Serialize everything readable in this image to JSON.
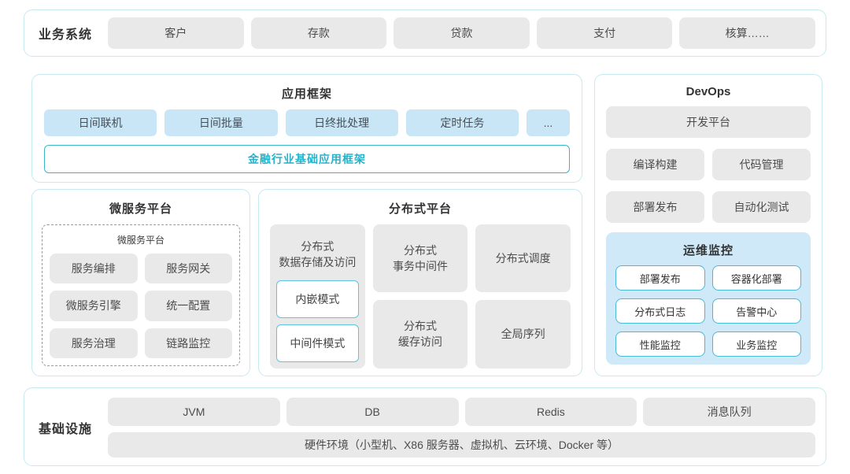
{
  "business_systems": {
    "label": "业务系统",
    "items": [
      "客户",
      "存款",
      "贷款",
      "支付",
      "核算……"
    ]
  },
  "app_framework": {
    "title": "应用框架",
    "buttons": [
      "日间联机",
      "日间批量",
      "日终批处理",
      "定时任务",
      "..."
    ],
    "base_framework": "金融行业基础应用框架"
  },
  "microservice_platform": {
    "title": "微服务平台",
    "inner_title": "微服务平台",
    "items": [
      "服务编排",
      "服务网关",
      "微服务引擎",
      "统一配置",
      "服务治理",
      "链路监控"
    ]
  },
  "distributed_platform": {
    "title": "分布式平台",
    "storage": {
      "title": "分布式\n数据存储及访问",
      "modes": [
        "内嵌模式",
        "中间件模式"
      ]
    },
    "cells": {
      "transaction": "分布式\n事务中间件",
      "scheduling": "分布式调度",
      "cache": "分布式\n缓存访问",
      "sequence": "全局序列"
    }
  },
  "devops": {
    "title": "DevOps",
    "dev_platform": "开发平台",
    "tools": [
      "编译构建",
      "代码管理",
      "部署发布",
      "自动化测试"
    ],
    "ops_monitoring": {
      "title": "运维监控",
      "items": [
        "部署发布",
        "容器化部署",
        "分布式日志",
        "告警中心",
        "性能监控",
        "业务监控"
      ]
    }
  },
  "infrastructure": {
    "label": "基础设施",
    "items": [
      "JVM",
      "DB",
      "Redis",
      "消息队列"
    ],
    "hardware": "硬件环境（小型机、X86 服务器、虚拟机、云环境、Docker 等）"
  },
  "colors": {
    "panel_border": "#c7e9f1",
    "gray_box": "#e9e9e9",
    "blue_button": "#c9e6f7",
    "teal_accent": "#2fb3c8",
    "ops_panel_bg": "#cfe9f8",
    "ops_box_border": "#4ab9d6",
    "mode_box_border": "#5fc2df"
  }
}
